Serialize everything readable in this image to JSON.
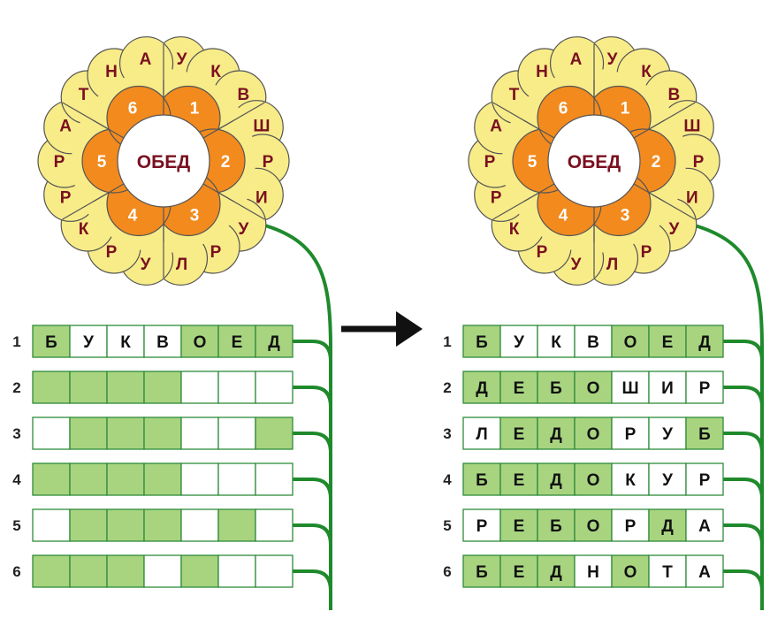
{
  "colors": {
    "petal_fill": "#f8ec88",
    "inner_petal_fill": "#f28a1e",
    "outline": "#555555",
    "petal_letter": "#7a1020",
    "center_word": "#7a1020",
    "inner_number": "#ffffff",
    "stem": "#1f8a2c",
    "cell_green": "#a8d480",
    "cell_border": "#2e8b3a",
    "arrow": "#111111"
  },
  "left_flower": {
    "center_word": "ОБЕД",
    "outer_letters": [
      "У",
      "К",
      "В",
      "Ш",
      "Р",
      "И",
      "У",
      "Р",
      "Л",
      "У",
      "Р",
      "К",
      "Р",
      "Р",
      "А",
      "Т",
      "Н",
      "А"
    ],
    "inner_numbers": [
      "1",
      "2",
      "3",
      "4",
      "5",
      "6"
    ]
  },
  "right_flower": {
    "center_word": "ОБЕД",
    "outer_letters": [
      "У",
      "К",
      "В",
      "Ш",
      "Р",
      "И",
      "У",
      "Р",
      "Л",
      "У",
      "Р",
      "К",
      "Р",
      "Р",
      "А",
      "Т",
      "Н",
      "А"
    ],
    "inner_numbers": [
      "1",
      "2",
      "3",
      "4",
      "5",
      "6"
    ]
  },
  "left_grid": {
    "row_numbers": [
      "1",
      "2",
      "3",
      "4",
      "5",
      "6"
    ],
    "rows": [
      [
        "Б",
        "У",
        "К",
        "В",
        "О",
        "Е",
        "Д"
      ],
      [
        "",
        "",
        "",
        "",
        "",
        "",
        ""
      ],
      [
        "",
        "",
        "",
        "",
        "",
        "",
        ""
      ],
      [
        "",
        "",
        "",
        "",
        "",
        "",
        ""
      ],
      [
        "",
        "",
        "",
        "",
        "",
        "",
        ""
      ],
      [
        "",
        "",
        "",
        "",
        "",
        "",
        ""
      ]
    ],
    "green": [
      [
        1,
        0,
        0,
        0,
        1,
        1,
        1
      ],
      [
        1,
        1,
        1,
        1,
        0,
        0,
        0
      ],
      [
        0,
        1,
        1,
        1,
        0,
        0,
        1
      ],
      [
        1,
        1,
        1,
        1,
        0,
        0,
        0
      ],
      [
        0,
        1,
        1,
        1,
        0,
        1,
        0
      ],
      [
        1,
        1,
        1,
        0,
        1,
        0,
        0
      ]
    ]
  },
  "right_grid": {
    "row_numbers": [
      "1",
      "2",
      "3",
      "4",
      "5",
      "6"
    ],
    "rows": [
      [
        "Б",
        "У",
        "К",
        "В",
        "О",
        "Е",
        "Д"
      ],
      [
        "Д",
        "Е",
        "Б",
        "О",
        "Ш",
        "И",
        "Р"
      ],
      [
        "Л",
        "Е",
        "Д",
        "О",
        "Р",
        "У",
        "Б"
      ],
      [
        "Б",
        "Е",
        "Д",
        "О",
        "К",
        "У",
        "Р"
      ],
      [
        "Р",
        "Е",
        "Б",
        "О",
        "Р",
        "Д",
        "А"
      ],
      [
        "Б",
        "Е",
        "Д",
        "Н",
        "О",
        "Т",
        "А"
      ]
    ],
    "green": [
      [
        1,
        0,
        0,
        0,
        1,
        1,
        1
      ],
      [
        1,
        1,
        1,
        1,
        0,
        0,
        0
      ],
      [
        0,
        1,
        1,
        1,
        0,
        0,
        1
      ],
      [
        1,
        1,
        1,
        1,
        0,
        0,
        0
      ],
      [
        0,
        1,
        1,
        1,
        0,
        1,
        0
      ],
      [
        1,
        1,
        1,
        0,
        1,
        0,
        0
      ]
    ]
  }
}
